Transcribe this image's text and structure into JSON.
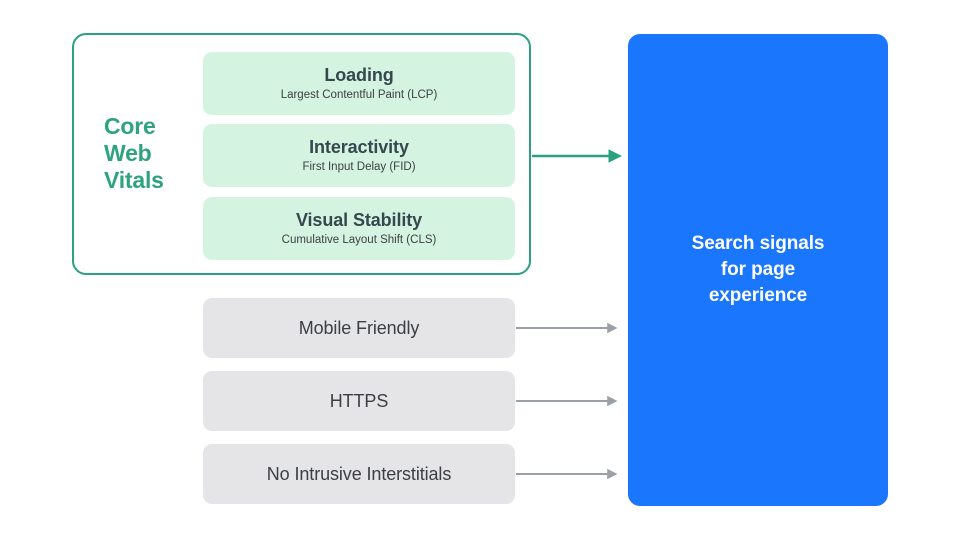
{
  "diagram": {
    "title": "Core Web Vitals and page experience search signals",
    "background_color": "#ffffff",
    "colors": {
      "green_accent": "#2fa37f",
      "green_border": "#2aa180",
      "green_card_fill": "#d4f4e1",
      "grey_fill": "#e5e5e7",
      "blue_fill": "#1a76fd",
      "arrow_grey": "#9aa0a6",
      "text_dark": "#3c4043",
      "text_white": "#ffffff"
    }
  },
  "core_web_vitals": {
    "group_label": "Core\nWeb\nVitals",
    "group_label_lines": [
      "Core",
      "Web",
      "Vitals"
    ],
    "cards": [
      {
        "title": "Loading",
        "subtitle": "Largest Contentful Paint (LCP)",
        "metric_abbr": "LCP"
      },
      {
        "title": "Interactivity",
        "subtitle": "First Input Delay (FID)",
        "metric_abbr": "FID"
      },
      {
        "title": "Visual Stability",
        "subtitle": "Cumulative Layout Shift (CLS)",
        "metric_abbr": "CLS"
      }
    ]
  },
  "other_signals": [
    {
      "title": "Mobile Friendly"
    },
    {
      "title": "HTTPS"
    },
    {
      "title": "No Intrusive Interstitials"
    }
  ],
  "destination": {
    "title": "Search signals\nfor page\nexperience",
    "title_lines": [
      "Search signals",
      "for page",
      "experience"
    ]
  },
  "arrows": [
    {
      "name": "core-web-vitals-arrow",
      "color": "#2aa180",
      "from": "core-web-vitals-group",
      "to": "search-signals-box"
    },
    {
      "name": "mobile-friendly-arrow",
      "color": "#9aa0a6",
      "from": "mobile-friendly-box",
      "to": "search-signals-box"
    },
    {
      "name": "https-arrow",
      "color": "#9aa0a6",
      "from": "https-box",
      "to": "search-signals-box"
    },
    {
      "name": "no-intrusive-interstitials-arrow",
      "color": "#9aa0a6",
      "from": "no-intrusive-interstitials-box",
      "to": "search-signals-box"
    }
  ]
}
